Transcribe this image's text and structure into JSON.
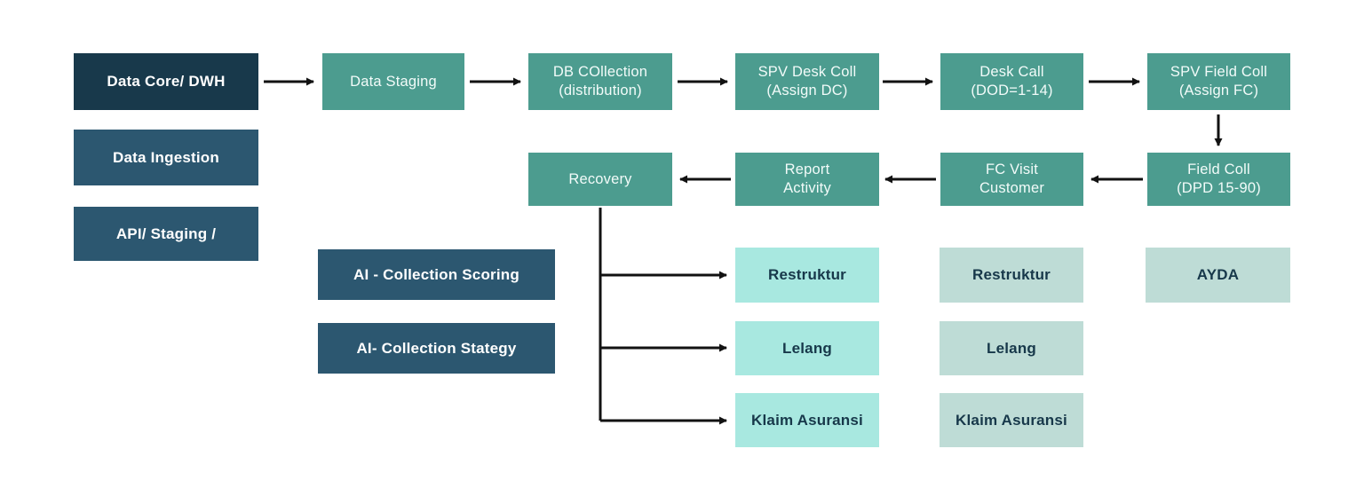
{
  "diagram": {
    "sources": [
      {
        "label": "Data Core/ DWH"
      },
      {
        "label": "Data Ingestion"
      },
      {
        "label": "API/ Staging /"
      }
    ],
    "flow_top": [
      {
        "label": "Data Staging"
      },
      {
        "label": "DB COllection\n(distribution)"
      },
      {
        "label": "SPV Desk Coll\n(Assign DC)"
      },
      {
        "label": "Desk Call\n(DOD=1-14)"
      },
      {
        "label": "SPV Field Coll\n(Assign FC)"
      }
    ],
    "flow_return": [
      {
        "label": "Recovery"
      },
      {
        "label": "Report\nActivity"
      },
      {
        "label": "FC Visit\nCustomer"
      },
      {
        "label": "Field Coll\n(DPD 15-90)"
      }
    ],
    "ai_modules": [
      {
        "label": "AI - Collection Scoring"
      },
      {
        "label": "AI- Collection Stategy"
      }
    ],
    "recovery_outcomes": [
      {
        "label": "Restruktur"
      },
      {
        "label": "Lelang"
      },
      {
        "label": "Klaim Asuransi"
      }
    ],
    "secondary_outcomes": [
      {
        "label": "Restruktur"
      },
      {
        "label": "Lelang"
      },
      {
        "label": "Klaim Asuransi"
      }
    ],
    "ayda": {
      "label": "AYDA"
    },
    "colors": {
      "darkest_navy": "#18394b",
      "navy": "#2c5770",
      "teal": "#4c9c8f",
      "mint_bright": "#a8e8e0",
      "mint_muted": "#bedcd6",
      "arrow": "#121212",
      "text_on_dark": "#ffffff",
      "text_on_mint": "#17384a"
    }
  }
}
